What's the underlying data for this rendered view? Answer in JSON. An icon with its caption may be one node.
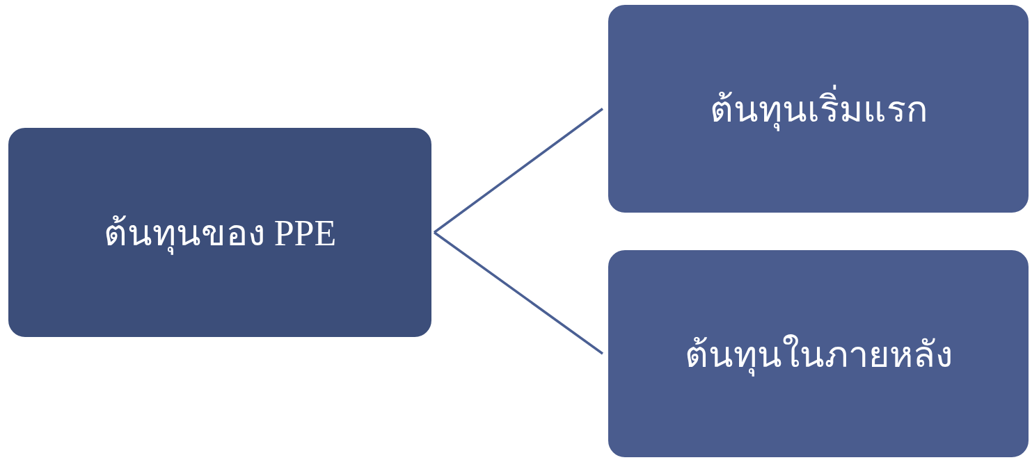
{
  "diagram": {
    "nodes": [
      {
        "text": [
          "ต้นทุนของ PPE"
        ]
      },
      {
        "text": [
          "ต้นทุนเริ่มแรก"
        ]
      },
      {
        "text": [
          "ต้นทุนในภายหลัง"
        ]
      }
    ],
    "edges": [
      {
        "from": 0,
        "to": 1,
        "arrow": "none"
      },
      {
        "from": 0,
        "to": 2,
        "arrow": "none"
      }
    ]
  }
}
